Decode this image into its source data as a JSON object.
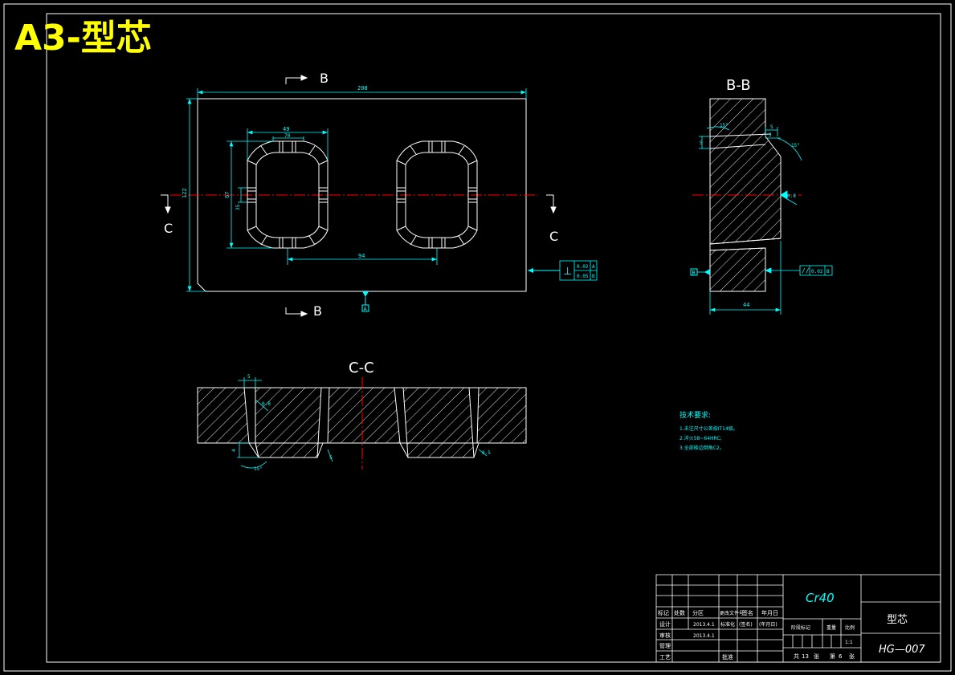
{
  "header": {
    "title": "A3-型芯"
  },
  "plan_view": {
    "section_b_label_top": "B",
    "section_b_label_bottom": "B",
    "section_c_label_left": "C",
    "section_c_label_right": "C",
    "dim_overall_length": "208",
    "dim_overall_height": "122",
    "dim_cavity_width": "49",
    "dim_cavity_inner": "70",
    "dim_cavity_height": "67",
    "dim_cavity_small": "35",
    "dim_pitch": "94",
    "datum": "A",
    "tol_perp_symbol": "⊥",
    "tol_perp_value": "0.02",
    "tol_perp_datum": "A",
    "tol_flat_value": "0.05",
    "tol_flat_datum": "B"
  },
  "section_bb": {
    "title": "B-B",
    "dim_angle_1": "15°",
    "dim_angle_2": "15°",
    "dim_5a": "5",
    "dim_5b": "5",
    "dim_5c": "5",
    "dim_width": "44",
    "datum": "B",
    "roughness": "0.8",
    "tol_parallel_symbol": "//",
    "tol_parallel_value": "0.02",
    "tol_parallel_datum": "B"
  },
  "section_cc": {
    "title": "C-C",
    "dim_5": "5",
    "dim_angle": "15°",
    "dim_4": "4",
    "dim_5b": "5",
    "dim_05": "0.5",
    "roughness": "0.8"
  },
  "notes": {
    "heading": "技术要求:",
    "lines": [
      "1.未注尺寸公差按IT14级。",
      "2.淬火58~64HRC;",
      "3.全部棱边倒角C2。"
    ]
  },
  "title_block": {
    "material": "Cr40",
    "part_name": "型芯",
    "drawing_number": "HG—007",
    "row_labels": [
      "标记",
      "处数",
      "分区",
      "更改文件号",
      "签名",
      "年月日"
    ],
    "design_label": "设计",
    "design_date": "2013.4.1",
    "standardization_label": "标准化",
    "sign_label": "(签名)",
    "date_label": "(年月日)",
    "stage_label": "阶段标记",
    "weight_label": "重量",
    "scale_label": "比例",
    "scale_value": "1:1",
    "check_label": "审核",
    "check_date": "2013.4.1",
    "process_label": "工艺",
    "approve_label": "批准",
    "approve_label2": "管理",
    "sheets_total_prefix": "共",
    "sheets_total": "13",
    "sheets_unit": "张",
    "sheet_no_prefix": "第",
    "sheet_no": "6",
    "sheet_unit": "张"
  },
  "colors": {
    "background": "#000000",
    "outline": "#ffffff",
    "dimension": "#00ffff",
    "centerline": "#ff0000",
    "title": "#ffff00",
    "hatch": "#ffffff",
    "datum": "#0080ff"
  }
}
